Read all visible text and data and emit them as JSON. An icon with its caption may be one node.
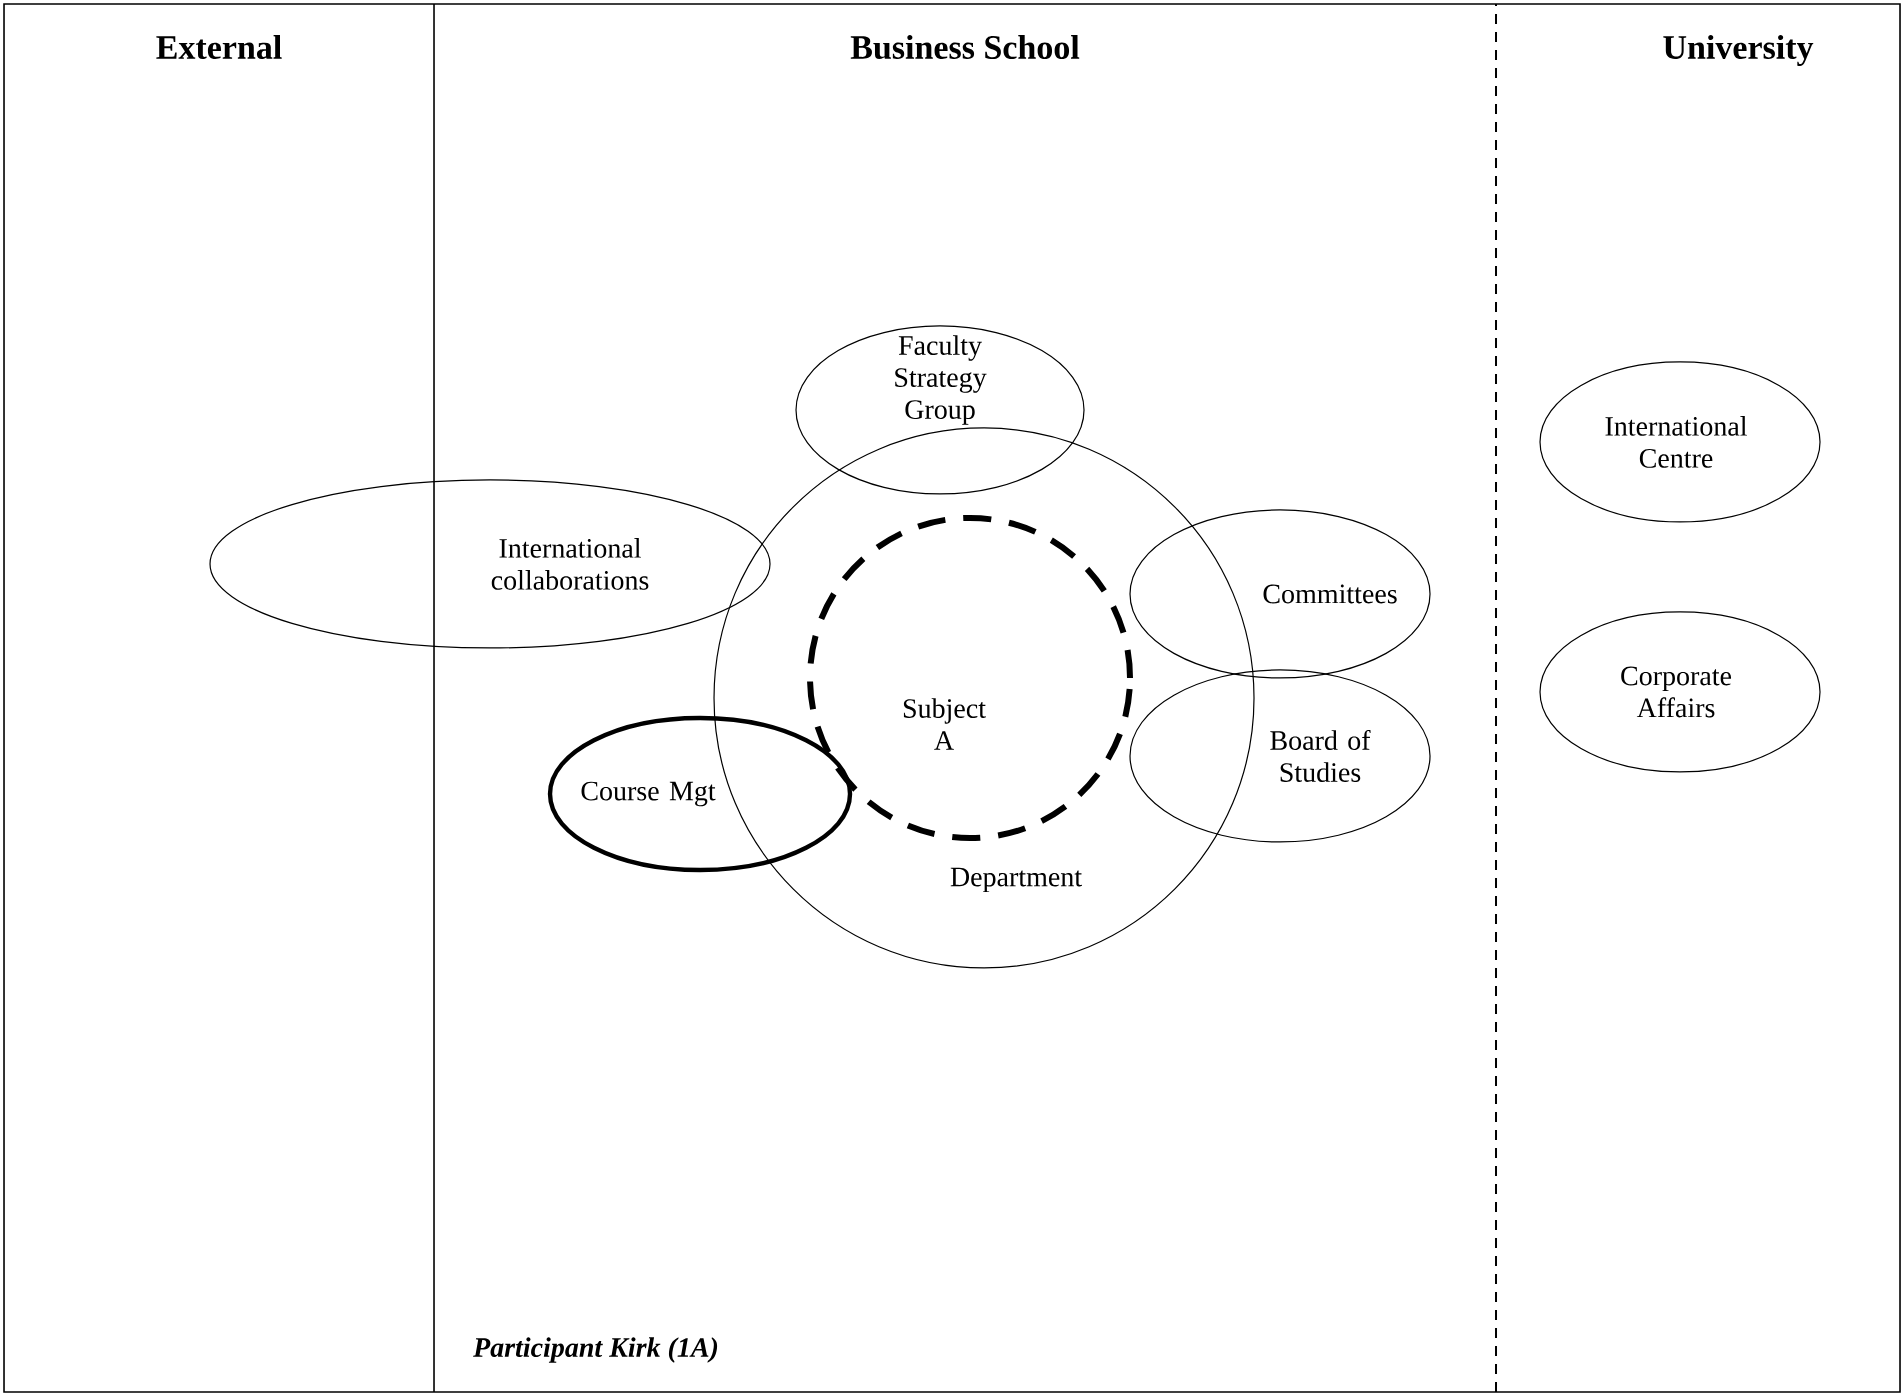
{
  "diagram": {
    "nodes": [
      {
        "text": [
          "External"
        ]
      },
      {
        "text": [
          "Business School"
        ]
      },
      {
        "text": [
          "University"
        ]
      },
      {
        "text": [
          "Faculty Strategy Group"
        ]
      },
      {
        "text": [
          "International collaborations"
        ]
      },
      {
        "text": [
          "Department"
        ]
      },
      {
        "text": [
          "Committees"
        ]
      },
      {
        "text": [
          "Subject A"
        ],
        "in": 5
      },
      {
        "text": [
          "Course Mgt"
        ]
      },
      {
        "text": [
          "Board of Studies"
        ]
      },
      {
        "text": [
          "International Centre"
        ]
      },
      {
        "text": [
          "Corporate Affairs"
        ]
      }
    ],
    "labels": [
      "Participant Kirk (1A)"
    ]
  }
}
